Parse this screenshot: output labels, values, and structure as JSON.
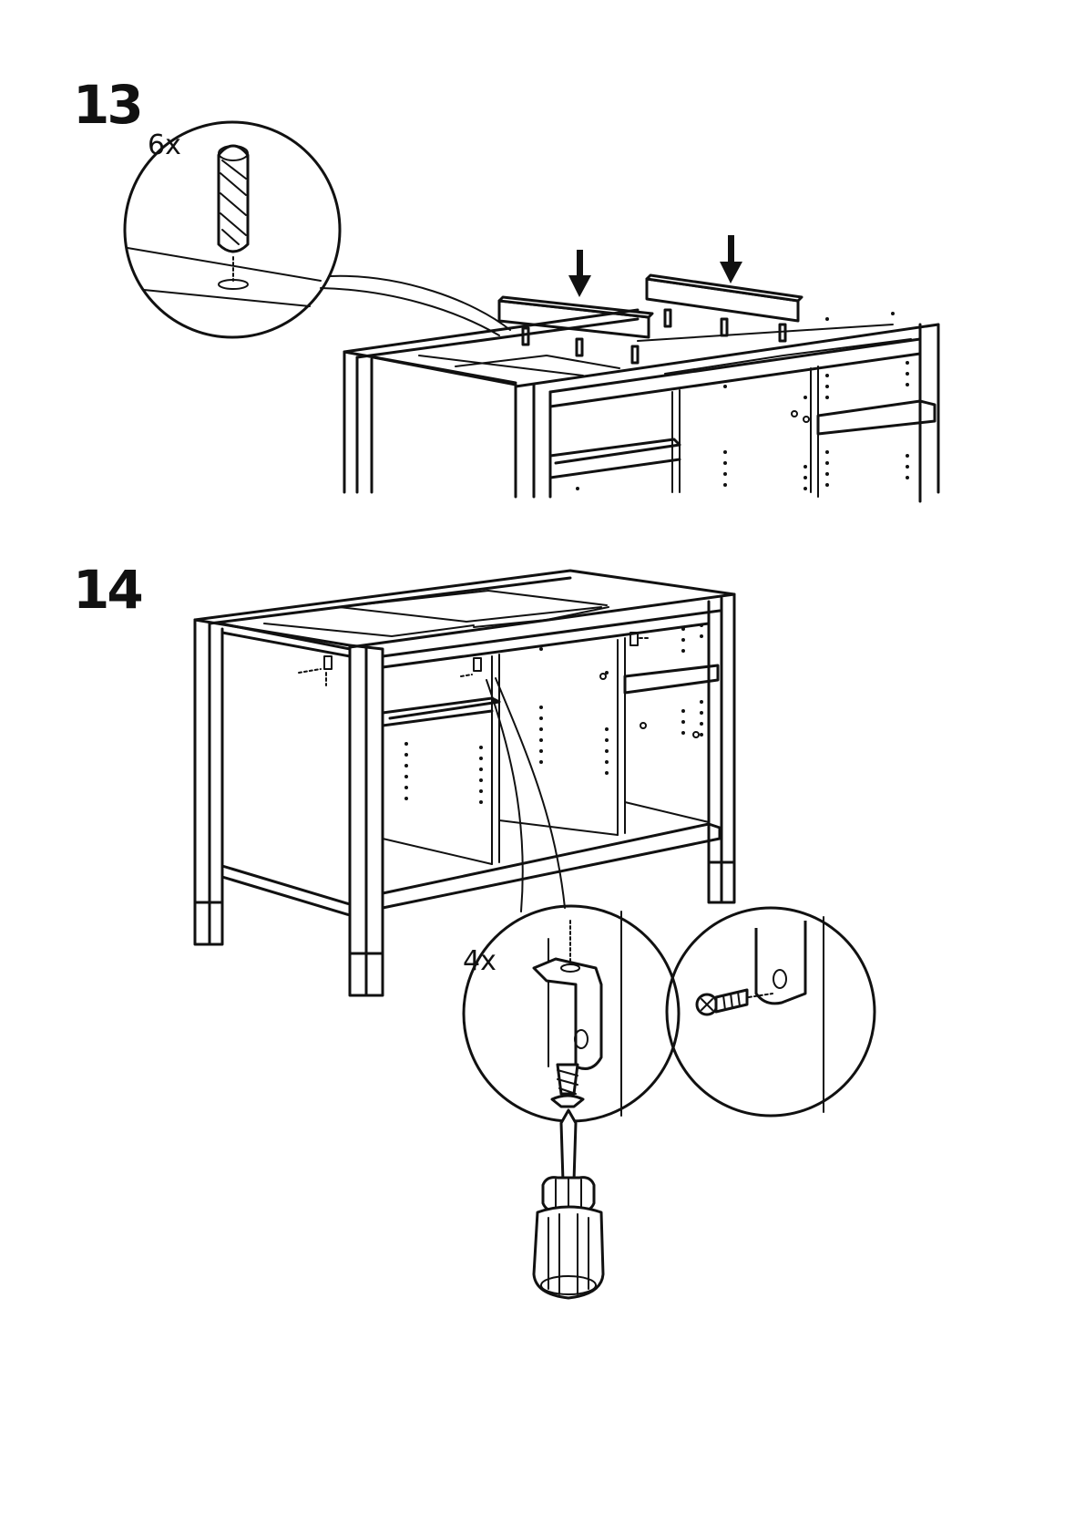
{
  "steps": [
    {
      "number": "13",
      "quantity": "6x"
    },
    {
      "number": "14",
      "quantity": "4x"
    }
  ],
  "colors": {
    "ink": "#111111",
    "paper": "#ffffff"
  },
  "icons": {
    "step13": [
      "wooden-dowel-icon",
      "down-arrow-icon"
    ],
    "step14": [
      "corner-bracket-icon",
      "screw-icon",
      "screwdriver-icon"
    ]
  }
}
